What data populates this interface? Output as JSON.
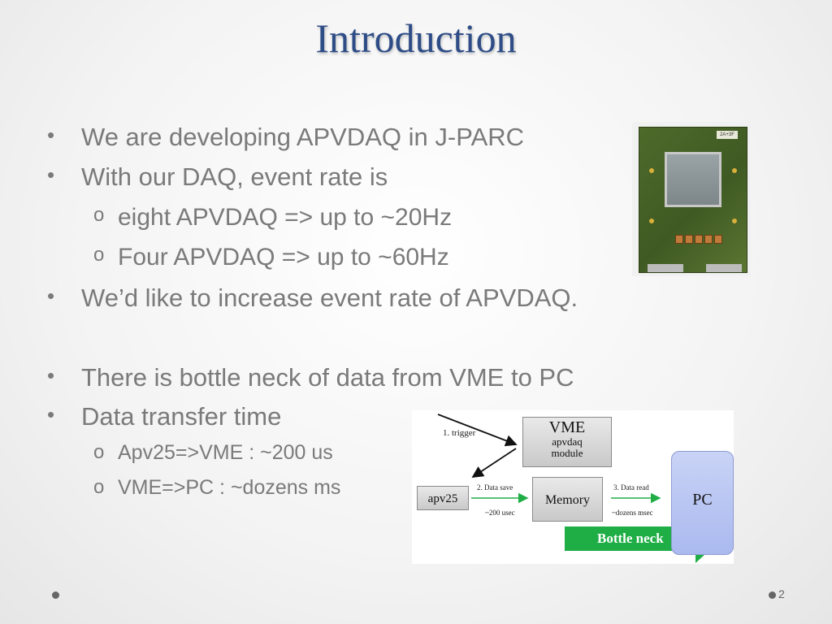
{
  "slide": {
    "title": "Introduction",
    "bullets": [
      "We are developing APVDAQ in J-PARC",
      "With our DAQ, event rate is",
      "eight APVDAQ => up to ~20Hz",
      "Four APVDAQ => up to ~60Hz",
      "We’d like to increase event rate of APVDAQ.",
      "There is bottle neck of data from VME to PC",
      "Data transfer time",
      "Apv25=>VME : ~200 us",
      "VME=>PC : ~dozens ms"
    ],
    "page_number": "2"
  },
  "photo": {
    "board_label": "2A+3F"
  },
  "diagram": {
    "vme_title": "VME",
    "vme_sub1": "apvdaq",
    "vme_sub2": "module",
    "memory": "Memory",
    "apv25": "apv25",
    "pc": "PC",
    "trigger": "1. trigger",
    "data_save": "2. Data save",
    "data_read": "3. Data read",
    "time_save": "~200 usec",
    "time_read": "~dozens msec",
    "bottleneck": "Bottle neck"
  },
  "colors": {
    "title": "#2e4d87",
    "bullet_text": "#7a7a7a",
    "bottleneck_arrow": "#1fae46",
    "pc_box": "#b3c0f1"
  }
}
